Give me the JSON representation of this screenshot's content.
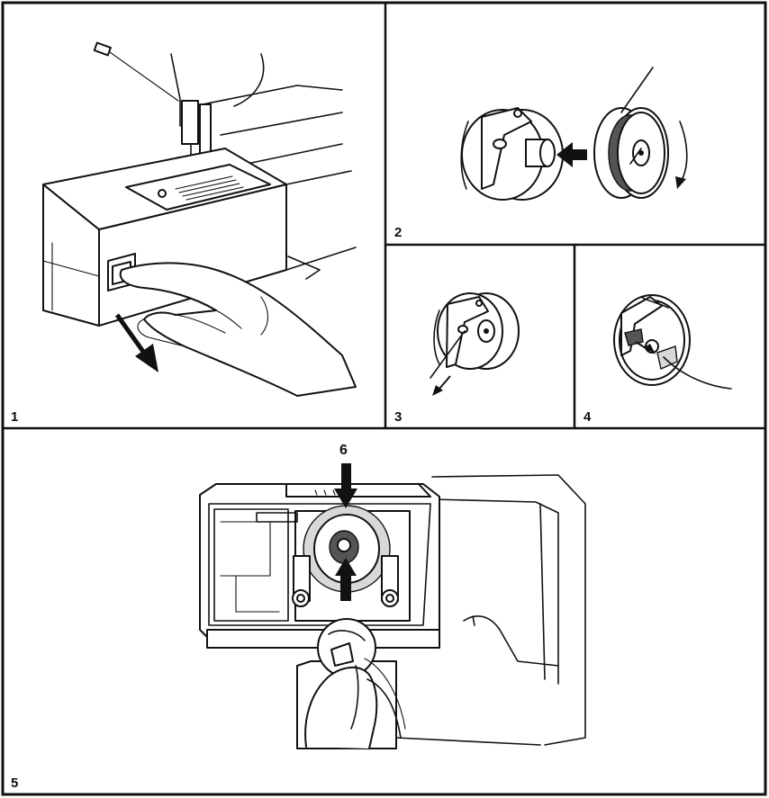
{
  "panels": [
    {
      "label": "1",
      "icon": "sewing-machine-drawer-icon"
    },
    {
      "label": "2",
      "icon": "bobbin-insertion-icon"
    },
    {
      "label": "3",
      "icon": "thread-pull-icon"
    },
    {
      "label": "4",
      "icon": "thread-slot-icon"
    },
    {
      "label": "5",
      "icon": "bobbin-case-insertion-icon"
    }
  ],
  "callouts": {
    "step6": "6"
  },
  "colors": {
    "line": "#111111",
    "background": "#ffffff"
  }
}
